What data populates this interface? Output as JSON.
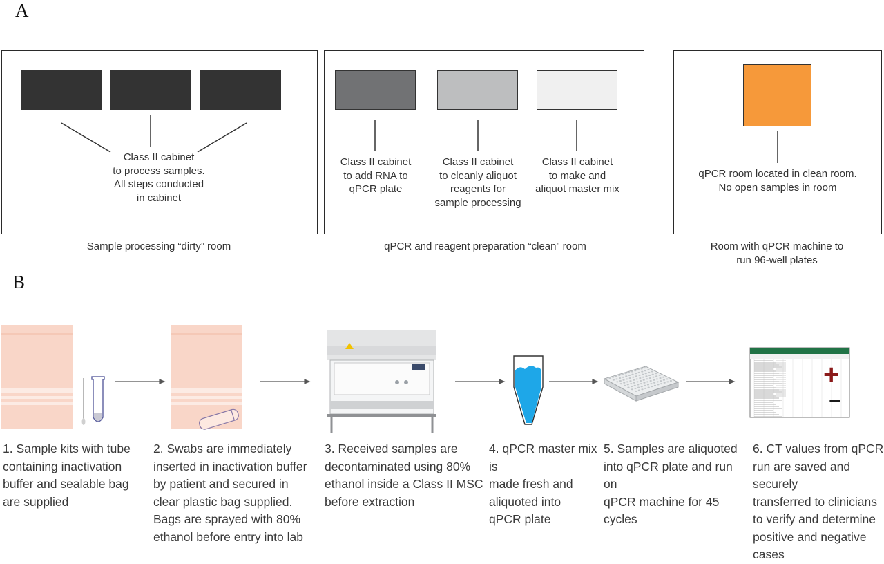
{
  "panel_a": {
    "letter": "A",
    "rooms": [
      {
        "label": "Class II cabinet\nto process samples.\nAll steps conducted\nin cabinet",
        "caption": "Sample processing “dirty” room"
      },
      {
        "cabinets": [
          "Class II cabinet\nto add RNA to\nqPCR plate",
          "Class II cabinet\nto cleanly aliquot\nreagents for\nsample processing",
          "Class II cabinet\nto make and\naliquot master mix"
        ],
        "caption": "qPCR and reagent preparation “clean” room"
      },
      {
        "label": "qPCR room located in clean room.\nNo open samples in room",
        "caption": "Room with qPCR machine to\nrun 96-well plates"
      }
    ],
    "colors": {
      "dark_cabinet": "#333333",
      "grey_cabinet": "#717274",
      "light_grey_cabinet": "#bdbebf",
      "very_light_cabinet": "#f0f0f0",
      "qpcr_machine": "#f6993a"
    }
  },
  "panel_b": {
    "letter": "B",
    "steps": [
      "1. Sample kits with tube\ncontaining inactivation\nbuffer and sealable bag\nare supplied",
      "2. Swabs are immediately\ninserted in inactivation buffer\nby patient and secured in\nclear plastic bag supplied.\nBags are sprayed with 80%\nethanol before entry into lab",
      "3. Received samples are\ndecontaminated using 80%\nethanol inside a Class II MSC\nbefore extraction",
      "4. qPCR master mix is\nmade fresh and\naliquoted into\nqPCR plate",
      "5. Samples are aliquoted\ninto qPCR plate and run on\nqPCR machine for 45 cycles",
      "6. CT values from qPCR\nrun are saved and securely\ntransferred to clinicians\nto verify and determine\npositive and negative\ncases"
    ],
    "icons": {
      "bag": "sealable-bag-icon",
      "tube": "sample-tube-icon",
      "swab": "swab-icon",
      "cabinet": "biosafety-cabinet-icon",
      "master_mix": "master-mix-tube-icon",
      "plate": "96-well-plate-icon",
      "spreadsheet": "spreadsheet-results-icon"
    },
    "result_signs": {
      "positive": "+",
      "negative": "−"
    },
    "colors": {
      "bag": "#f9d6c8",
      "bag_stripe": "#fcebe4",
      "tube_outline": "#5b5f9e",
      "master_mix": "#1ea7e8",
      "positive_sign": "#8b1a1a",
      "spreadsheet_header": "#217346"
    }
  }
}
